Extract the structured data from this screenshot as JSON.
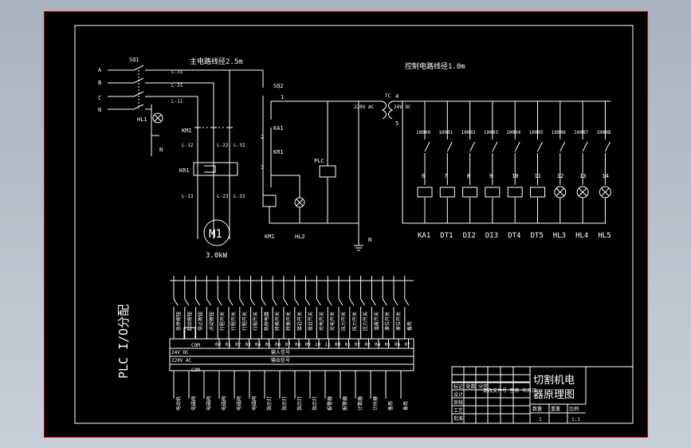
{
  "main_circuit": {
    "title": "主电路线径2.5m",
    "phases": [
      "A",
      "B",
      "C",
      "N"
    ],
    "sq1": "SQ1",
    "l_top": [
      "L-31",
      "L-21",
      "L-11"
    ],
    "hl1": "HL1",
    "n_label": "N",
    "km1": "KM1",
    "kr1": "KR1",
    "l_mid": [
      "L-12",
      "L-22",
      "L-32"
    ],
    "l_bot": [
      "L-13",
      "L-23",
      "L-33"
    ],
    "motor": "M1",
    "motor_power": "3.0kW"
  },
  "control_circuit": {
    "title": "控制电路线径1.0m",
    "sq2": "SQ2",
    "nodes": [
      "1",
      "2",
      "3"
    ],
    "ka1": "KA1",
    "kr1": "KR1",
    "plc": "PLC",
    "km1": "KM1",
    "hl2": "HL2",
    "n_label": "N",
    "transformer": "TC",
    "ac_in": "220V AC",
    "dc_out": "24V DC",
    "tx_nodes": [
      "4",
      "5"
    ],
    "outputs": [
      {
        "addr": "10000",
        "num": "6",
        "name": "KA1",
        "load": "coil"
      },
      {
        "addr": "10001",
        "num": "7",
        "name": "DT1",
        "load": "coil"
      },
      {
        "addr": "10002",
        "num": "8",
        "name": "DI2",
        "load": "coil"
      },
      {
        "addr": "10003",
        "num": "9",
        "name": "DI3",
        "load": "coil"
      },
      {
        "addr": "10004",
        "num": "10",
        "name": "DT4",
        "load": "coil"
      },
      {
        "addr": "10005",
        "num": "11",
        "name": "DT5",
        "load": "coil"
      },
      {
        "addr": "10006",
        "num": "12",
        "name": "HL3",
        "load": "lamp"
      },
      {
        "addr": "10007",
        "num": "13",
        "name": "HL4",
        "load": "lamp"
      },
      {
        "addr": "10008",
        "num": "14",
        "name": "HL5",
        "load": "lamp"
      }
    ]
  },
  "plc_io": {
    "heading": "PLC  I/O分配",
    "row_power": "24V DC",
    "row_ac": "220V AC",
    "input_band": "输入信号",
    "output_band": "输出信号",
    "com": "COM",
    "terminals": [
      "00",
      "01",
      "02",
      "03",
      "04",
      "05",
      "06",
      "07",
      "08",
      "09",
      "10",
      "11",
      "00",
      "01",
      "02",
      "03",
      "04",
      "05",
      "06",
      "07"
    ],
    "input_tags": [
      "急停按钮",
      "起动按钮",
      "停止按钮",
      "点动按钮",
      "行程开关",
      "行程开关",
      "行程开关",
      "行程开关",
      "热继电器",
      "转换开关",
      "转换开关",
      "接近开关",
      "接近开关",
      "光电开关",
      "光电开关",
      "压力开关",
      "压力开关",
      "压力开关",
      "温度开关",
      "液位开关",
      "液位开关",
      "备用"
    ],
    "output_tags": [
      "电动机",
      "电磁阀",
      "电磁阀",
      "电磁阀",
      "电磁阀",
      "电磁阀",
      "指示灯",
      "指示灯",
      "指示灯",
      "指示灯",
      "报警器",
      "报警器",
      "计数器",
      "计时器",
      "备用",
      "备用"
    ]
  },
  "title_block": {
    "title_line1": "切割机电",
    "title_line2": "器原理图",
    "left_rows": [
      "标记 处数 分区",
      "设计",
      "审核",
      "工艺",
      "批准"
    ],
    "mid_labels": "更改文件号 签名 年月日",
    "col_headers": [
      "数量",
      "重量",
      "比例"
    ],
    "values": [
      "1",
      "",
      "1:1"
    ]
  }
}
